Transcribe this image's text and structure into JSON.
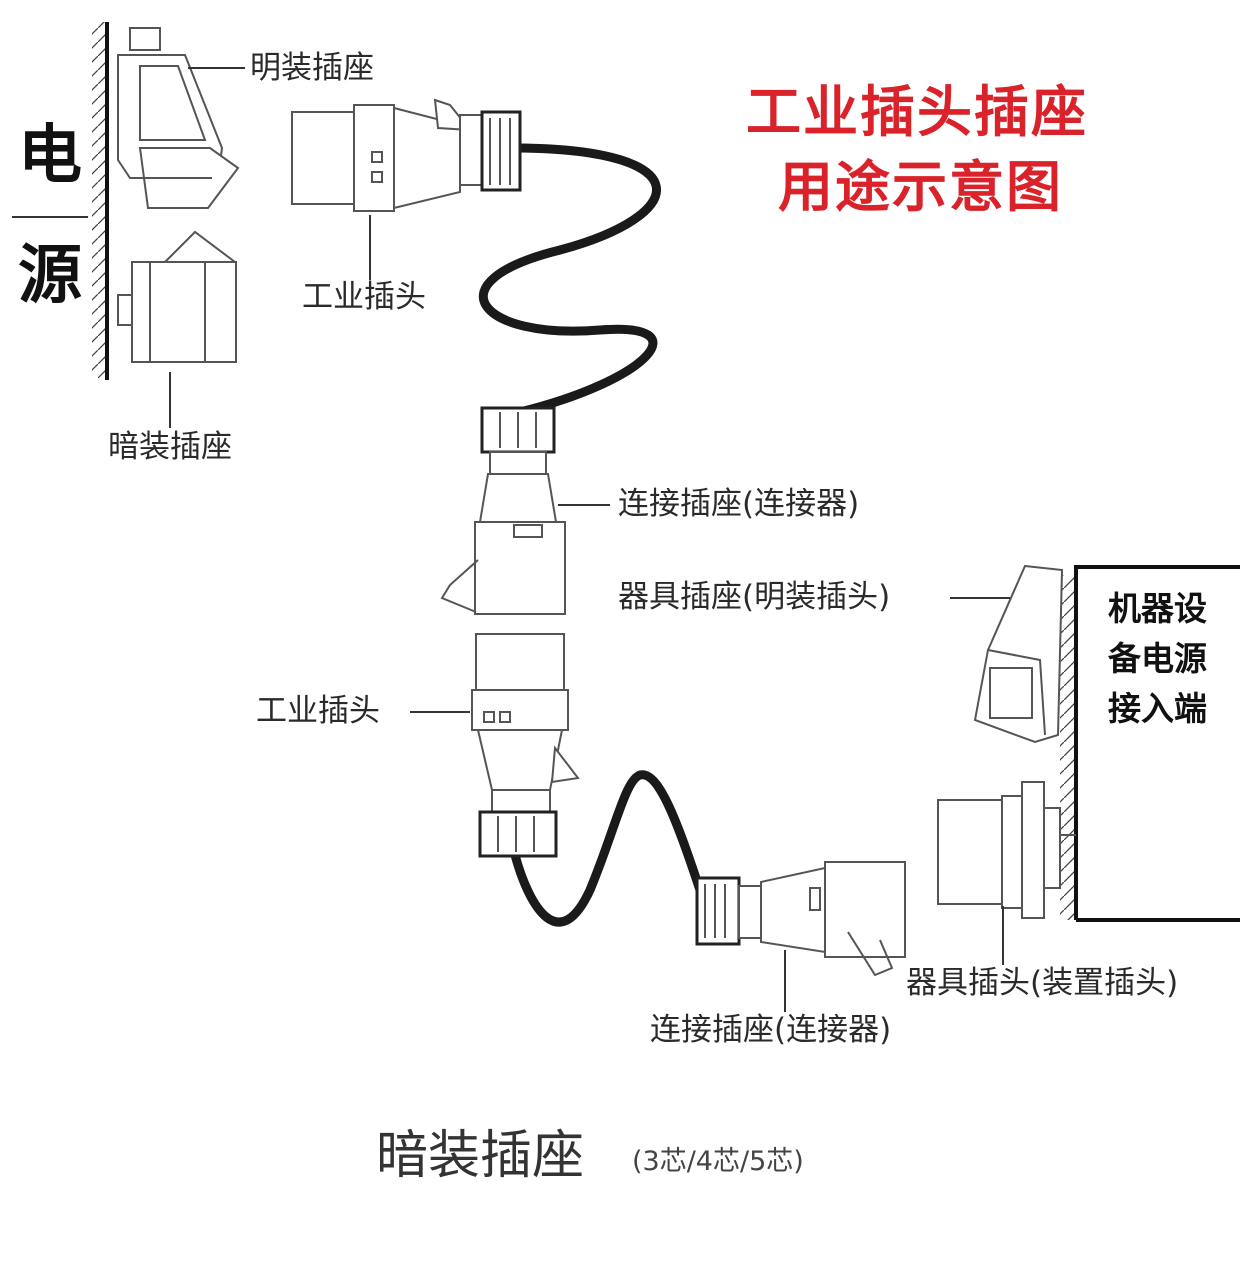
{
  "title": {
    "line1": "工业插头插座",
    "line2": "用途示意图"
  },
  "power_source": {
    "char1": "电",
    "char2": "源"
  },
  "machine": {
    "line1": "机器设",
    "line2": "备电源",
    "line3": "接入端"
  },
  "labels": {
    "surface_socket": "明装插座",
    "industrial_plug_top": "工业插头",
    "concealed_socket": "暗装插座",
    "connector_socket_upper": "连接插座(连接器)",
    "appliance_socket": "器具插座(明装插头)",
    "industrial_plug_mid": "工业插头",
    "appliance_plug": "器具插头(装置插头)",
    "connector_socket_lower": "连接插座(连接器)"
  },
  "caption": {
    "main": "暗装插座",
    "sub": "(3芯/4芯/5芯)"
  },
  "colors": {
    "title": "#d9222a",
    "text": "#2a2a2a",
    "cable": "#1a1a1a",
    "outline": "#555555"
  }
}
